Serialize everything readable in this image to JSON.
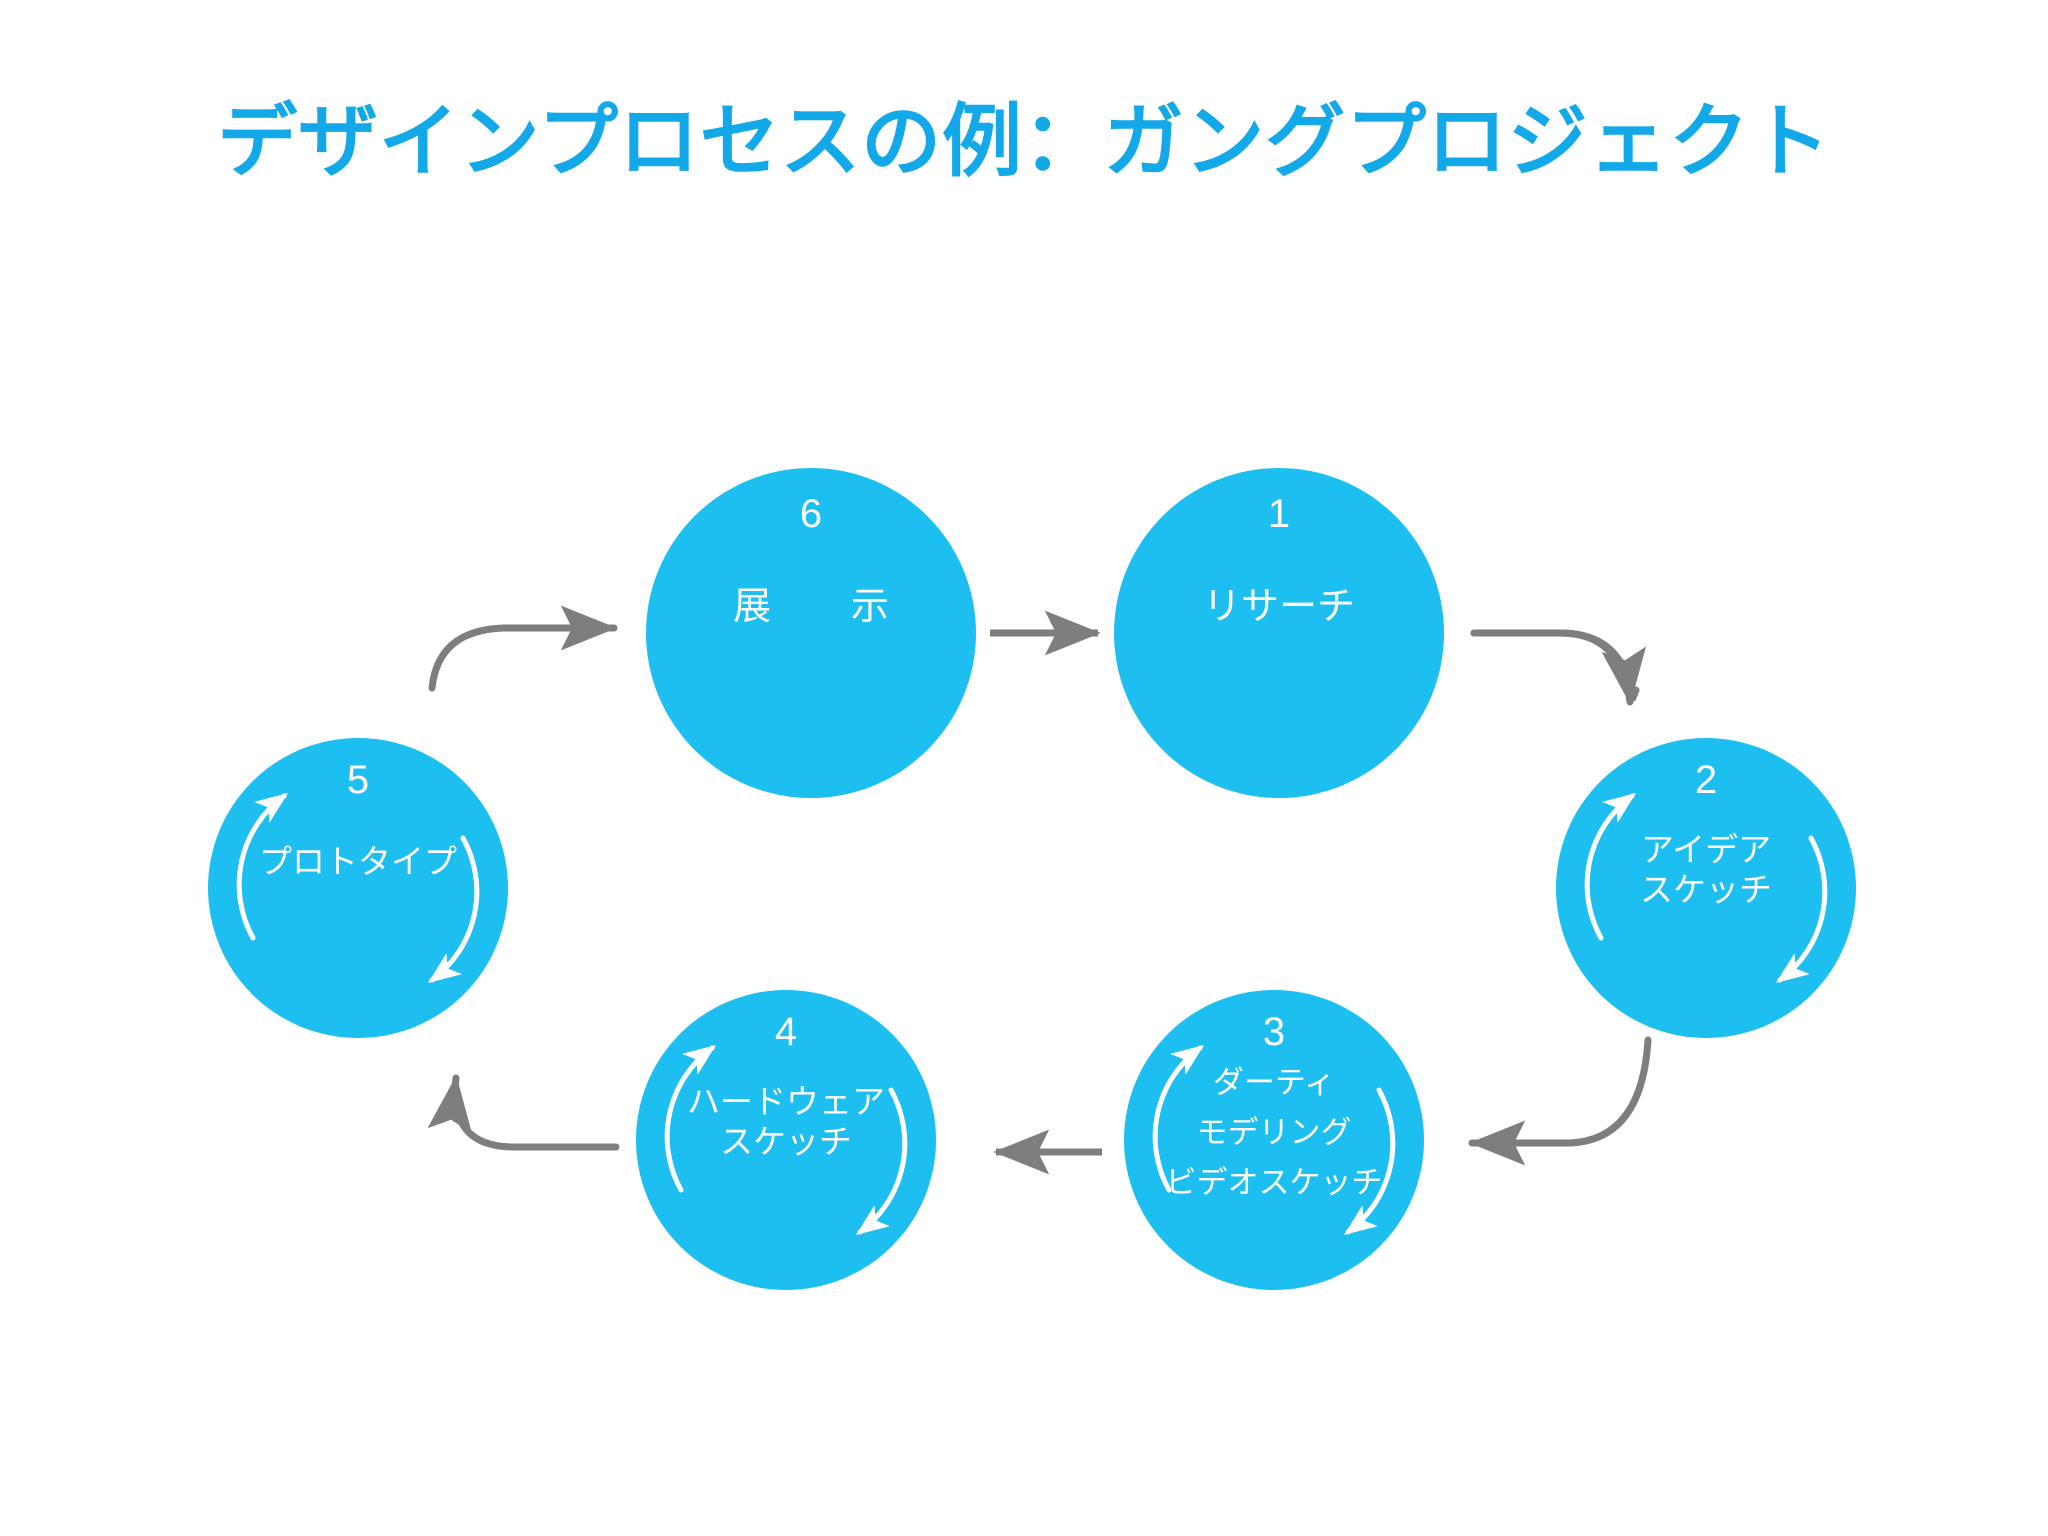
{
  "slide": {
    "title": "デザインプロセスの例：ガングプロジェクト",
    "background_color": "#FFFFFF",
    "title_color": "#13A9E8",
    "node_color": "#1CBFEF",
    "node_text_color": "#FFFFFF",
    "arrow_color": "#7E7E80"
  },
  "chart_data": {
    "type": "diagram",
    "title": "デザインプロセスの例：ガングプロジェクト",
    "layout": "cycle",
    "nodes": [
      {
        "id": "1",
        "number": "1",
        "label": "リサーチ",
        "lines": [
          "リサーチ"
        ],
        "size": "big",
        "has_loop": false
      },
      {
        "id": "2",
        "number": "2",
        "label": "アイデア スケッチ",
        "lines": [
          "アイデア",
          "スケッチ"
        ],
        "size": "small",
        "has_loop": true
      },
      {
        "id": "3",
        "number": "3",
        "label": "ダーティ モデリング ビデオスケッチ",
        "lines": [
          "ダーティ",
          "モデリング",
          "ビデオスケッチ"
        ],
        "size": "small",
        "has_loop": true
      },
      {
        "id": "4",
        "number": "4",
        "label": "ハードウェア スケッチ",
        "lines": [
          "ハードウェア",
          "スケッチ"
        ],
        "size": "small",
        "has_loop": true
      },
      {
        "id": "5",
        "number": "5",
        "label": "プロトタイプ",
        "lines": [
          "プロトタイプ"
        ],
        "size": "small",
        "has_loop": true
      },
      {
        "id": "6",
        "number": "6",
        "label": "展　示",
        "lines": [
          "展　示"
        ],
        "size": "big",
        "has_loop": false
      }
    ],
    "edges": [
      {
        "from": "6",
        "to": "1",
        "style": "straight"
      },
      {
        "from": "1",
        "to": "2",
        "style": "curved"
      },
      {
        "from": "2",
        "to": "3",
        "style": "curved"
      },
      {
        "from": "3",
        "to": "4",
        "style": "straight"
      },
      {
        "from": "4",
        "to": "5",
        "style": "curved"
      },
      {
        "from": "5",
        "to": "6",
        "style": "curved"
      }
    ]
  },
  "nodes": {
    "n1": {
      "number": "1",
      "line1": "リサーチ"
    },
    "n2": {
      "number": "2",
      "line1": "アイデア",
      "line2": "スケッチ"
    },
    "n3": {
      "number": "3",
      "line1": "ダーティ",
      "line2": "モデリング",
      "line3": "ビデオスケッチ"
    },
    "n4": {
      "number": "4",
      "line1": "ハードウェア",
      "line2": "スケッチ"
    },
    "n5": {
      "number": "5",
      "line1": "プロトタイプ"
    },
    "n6": {
      "number": "6",
      "line1": "展　示"
    }
  }
}
